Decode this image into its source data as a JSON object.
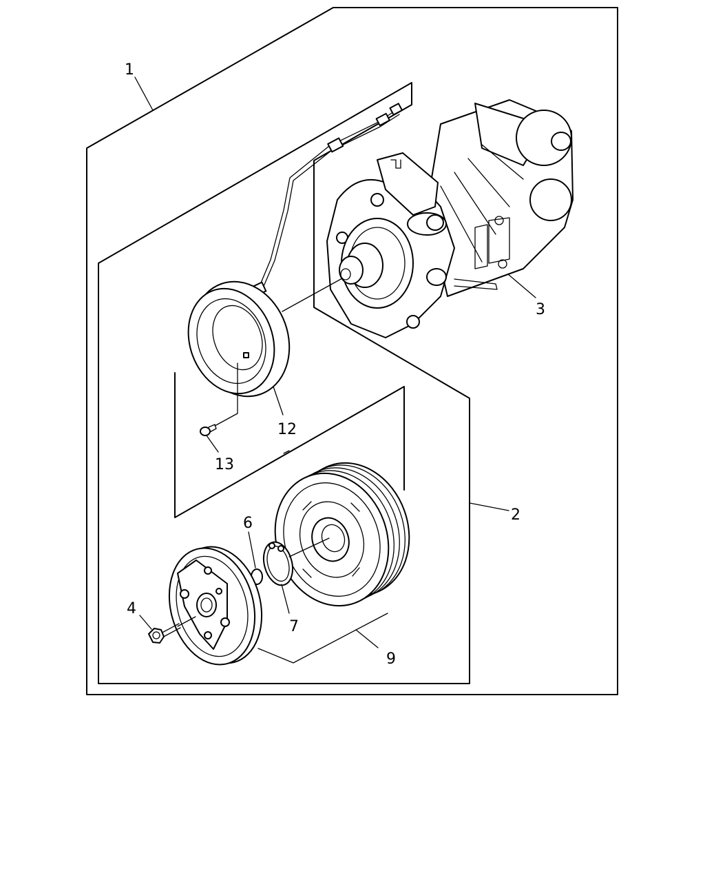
{
  "callouts": {
    "c1": "1",
    "c2": "2",
    "c3": "3",
    "c4": "4",
    "c6": "6",
    "c7": "7",
    "c9": "9",
    "c12": "12",
    "c13": "13"
  }
}
